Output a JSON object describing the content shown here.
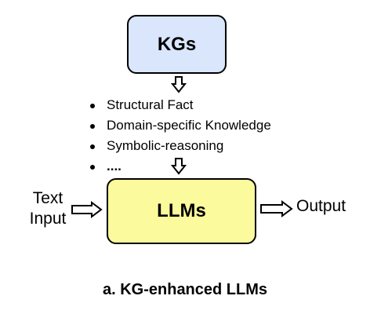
{
  "diagram": {
    "kgs_label": "KGs",
    "llms_label": "LLMs",
    "kgs_fill": "#d9e6fb",
    "llms_fill": "#fbfa9c",
    "knowledge_items": [
      "Structural Fact",
      "Domain-specific Knowledge",
      "Symbolic-reasoning",
      "...."
    ],
    "input_label_line1": "Text",
    "input_label_line2": "Input",
    "output_label": "Output",
    "caption": "a. KG-enhanced LLMs"
  }
}
